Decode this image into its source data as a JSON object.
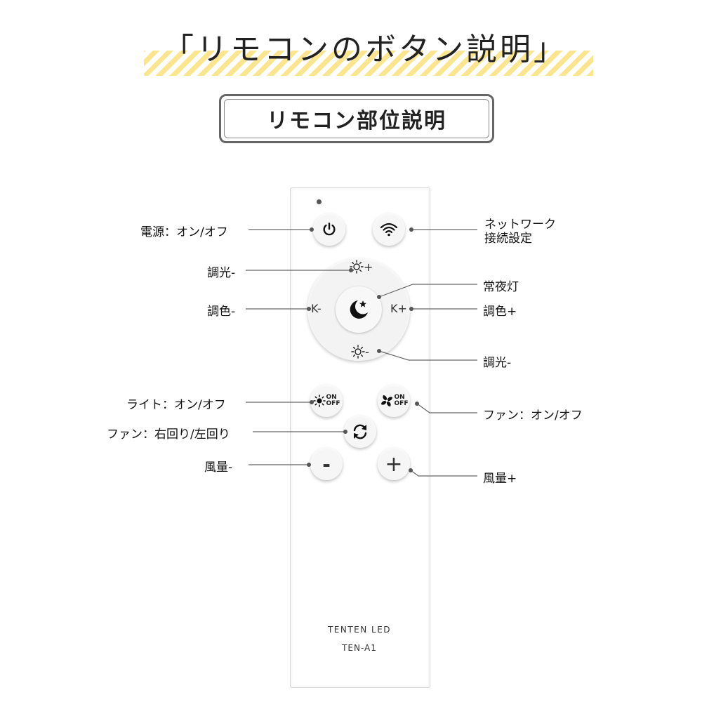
{
  "title": "「リモコンのボタン説明」",
  "subtitle": "リモコン部位説明",
  "remote": {
    "brand": "TENTEN  LED",
    "model": "TEN-A1",
    "dpad": {
      "k_minus": "K-",
      "k_plus": "K+",
      "bright_up": "+",
      "bright_down": "-"
    },
    "light_on": "ON",
    "light_off": "OFF",
    "fan_on": "ON",
    "fan_off": "OFF",
    "minus": "-",
    "plus": "+"
  },
  "labels": {
    "power": "電源：オン/オフ",
    "network_line1": "ネットワーク",
    "network_line2": "接続設定",
    "dim_up": "調光-",
    "night_light": "常夜灯",
    "color_minus": "調色-",
    "color_plus": "調色+",
    "dim_down": "調光-",
    "light_onoff": "ライト：オン/オフ",
    "fan_onoff": "ファン：オン/オフ",
    "fan_rotation": "ファン：右回り/左回り",
    "wind_minus": "風量-",
    "wind_plus": "風量+"
  },
  "icons": [
    "power-icon",
    "wifi-icon",
    "sun-icon",
    "moon-star-icon",
    "light-bulb-icon",
    "fan-icon",
    "rotate-icon",
    "minus-icon",
    "plus-icon"
  ]
}
